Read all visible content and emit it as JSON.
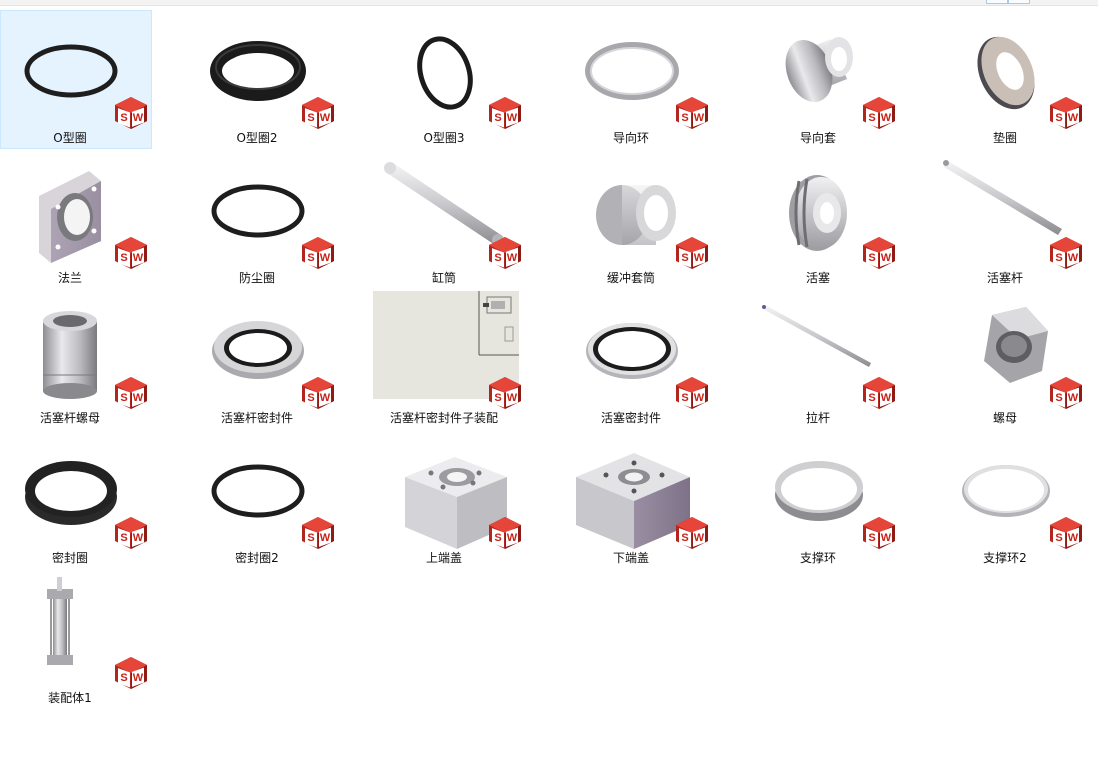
{
  "window": {
    "title": ""
  },
  "icons": {
    "badge": "solidworks-file-icon",
    "badge_text": "SW"
  },
  "colors": {
    "selection_bg": "#e5f3ff",
    "badge_red": "#d52b1e"
  },
  "files": [
    {
      "label": "O型圈",
      "selected": true,
      "kind": "oring-thin"
    },
    {
      "label": "O型圈2",
      "selected": false,
      "kind": "oring-thick"
    },
    {
      "label": "O型圈3",
      "selected": false,
      "kind": "oring-tilt"
    },
    {
      "label": "导向环",
      "selected": false,
      "kind": "guide-ring"
    },
    {
      "label": "导向套",
      "selected": false,
      "kind": "guide-sleeve"
    },
    {
      "label": "垫圈",
      "selected": false,
      "kind": "washer"
    },
    {
      "label": "法兰",
      "selected": false,
      "kind": "flange"
    },
    {
      "label": "防尘圈",
      "selected": false,
      "kind": "oring-thin"
    },
    {
      "label": "缸筒",
      "selected": false,
      "kind": "cylinder-tube"
    },
    {
      "label": "缓冲套筒",
      "selected": false,
      "kind": "buffer-sleeve"
    },
    {
      "label": "活塞",
      "selected": false,
      "kind": "piston"
    },
    {
      "label": "活塞杆",
      "selected": false,
      "kind": "piston-rod"
    },
    {
      "label": "活塞杆螺母",
      "selected": false,
      "kind": "rod-nut"
    },
    {
      "label": "活塞杆密封件",
      "selected": false,
      "kind": "rod-seal"
    },
    {
      "label": "活塞杆密封件子装配",
      "selected": false,
      "kind": "drawing"
    },
    {
      "label": "活塞密封件",
      "selected": false,
      "kind": "piston-seal"
    },
    {
      "label": "拉杆",
      "selected": false,
      "kind": "tie-rod"
    },
    {
      "label": "螺母",
      "selected": false,
      "kind": "hex-nut"
    },
    {
      "label": "密封圈",
      "selected": false,
      "kind": "seal-ring"
    },
    {
      "label": "密封圈2",
      "selected": false,
      "kind": "oring-thin"
    },
    {
      "label": "上端盖",
      "selected": false,
      "kind": "top-cap"
    },
    {
      "label": "下端盖",
      "selected": false,
      "kind": "bottom-cap"
    },
    {
      "label": "支撑环",
      "selected": false,
      "kind": "support-ring"
    },
    {
      "label": "支撑环2",
      "selected": false,
      "kind": "support-ring2"
    },
    {
      "label": "装配体1",
      "selected": false,
      "kind": "assembly"
    }
  ]
}
